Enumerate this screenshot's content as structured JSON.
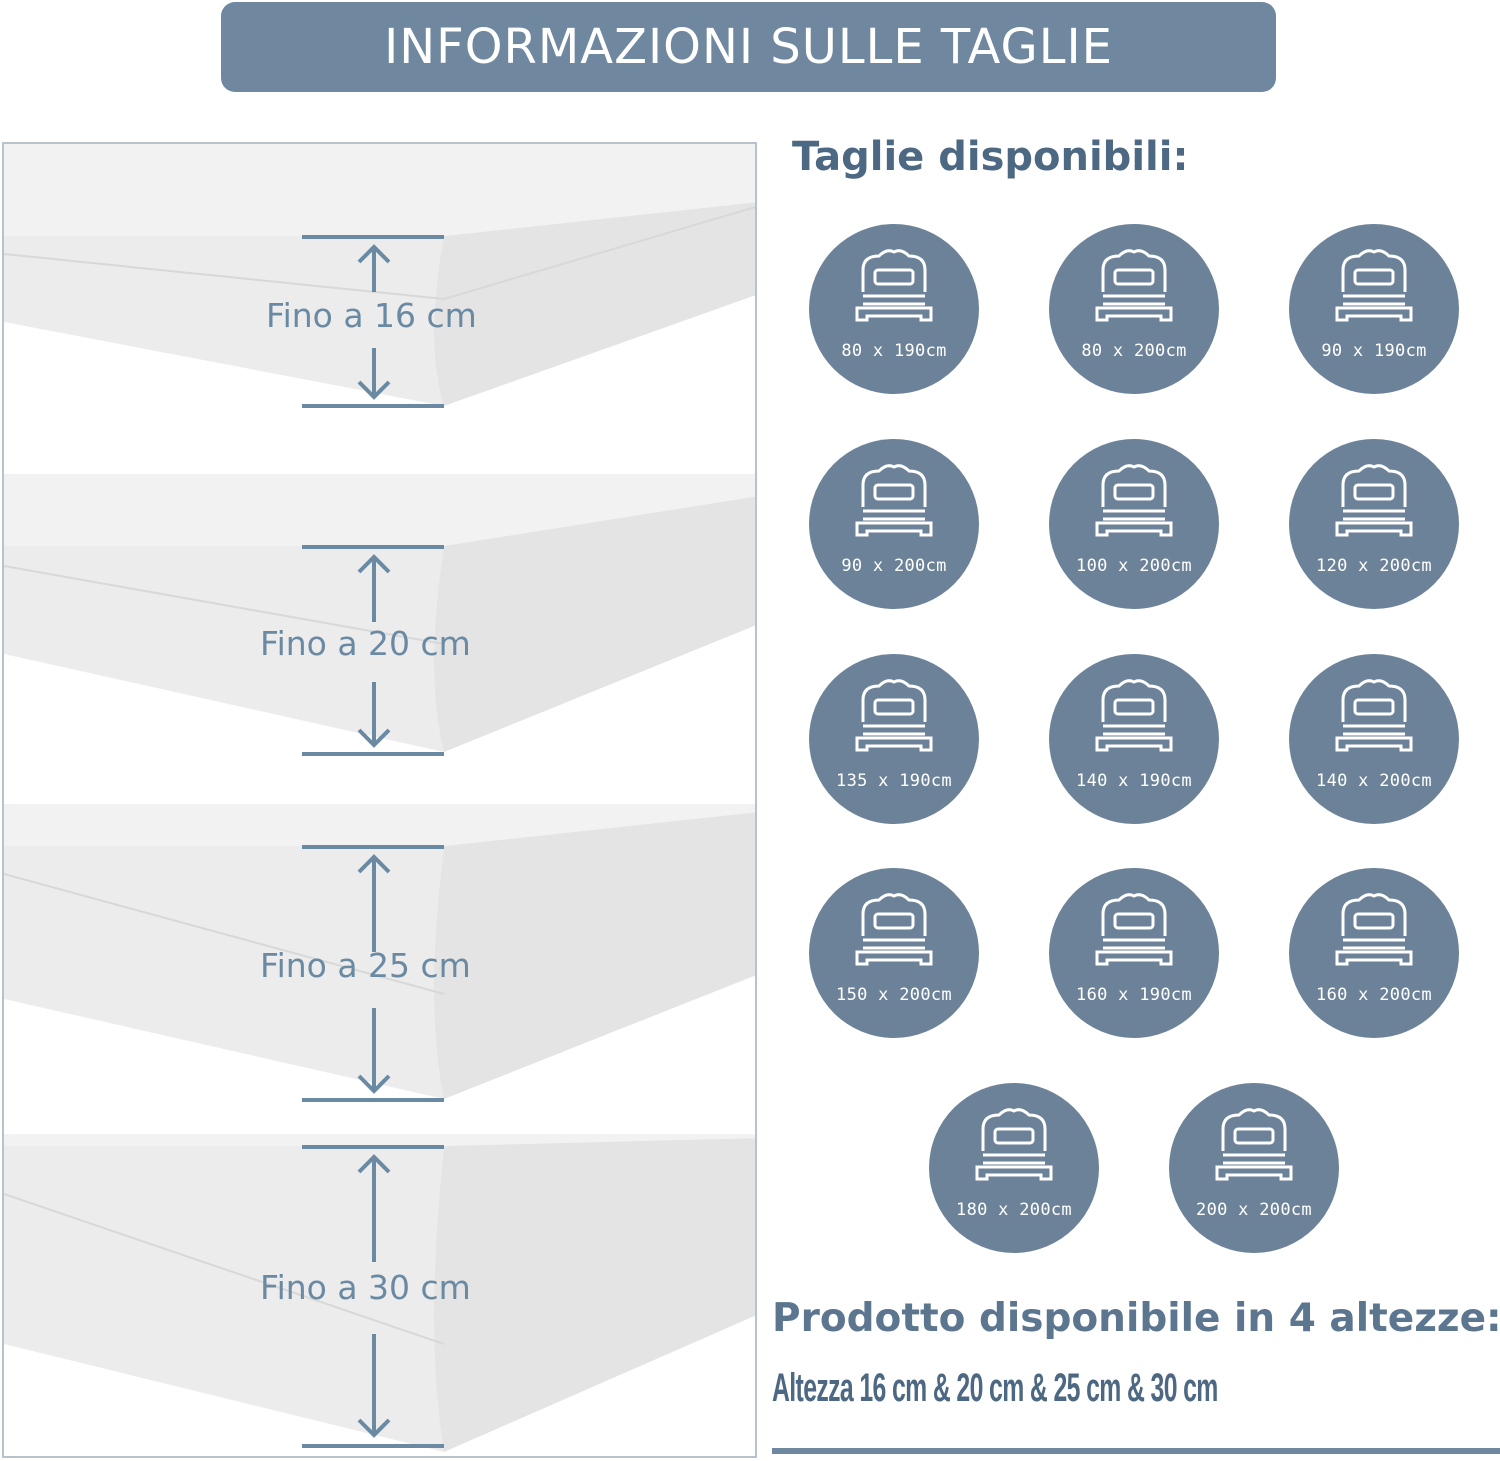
{
  "banner": {
    "title": "INFORMAZIONI SULLE TAGLIE"
  },
  "mattress_heights": [
    {
      "label": "Fino a 16 cm"
    },
    {
      "label": "Fino a 20 cm"
    },
    {
      "label": "Fino a 25 cm"
    },
    {
      "label": "Fino a 30 cm"
    }
  ],
  "sizes": {
    "heading": "Taglie disponibili:",
    "items": [
      "80 x 190cm",
      "80 x 200cm",
      "90 x 190cm",
      "90 x 200cm",
      "100 x 200cm",
      "120 x 200cm",
      "135 x 190cm",
      "140 x 190cm",
      "140 x 200cm",
      "150 x 200cm",
      "160 x 190cm",
      "160 x 200cm",
      "180 x 200cm",
      "200 x 200cm"
    ]
  },
  "footer": {
    "heading": "Prodotto disponibile in 4 altezze:",
    "subtitle": "Altezza 16 cm & 20 cm & 25 cm & 30 cm"
  },
  "colors": {
    "accent": "#6f88a0",
    "badge": "#6c8298",
    "text_dark": "#4d6882",
    "height_label": "#6a8aa4"
  }
}
